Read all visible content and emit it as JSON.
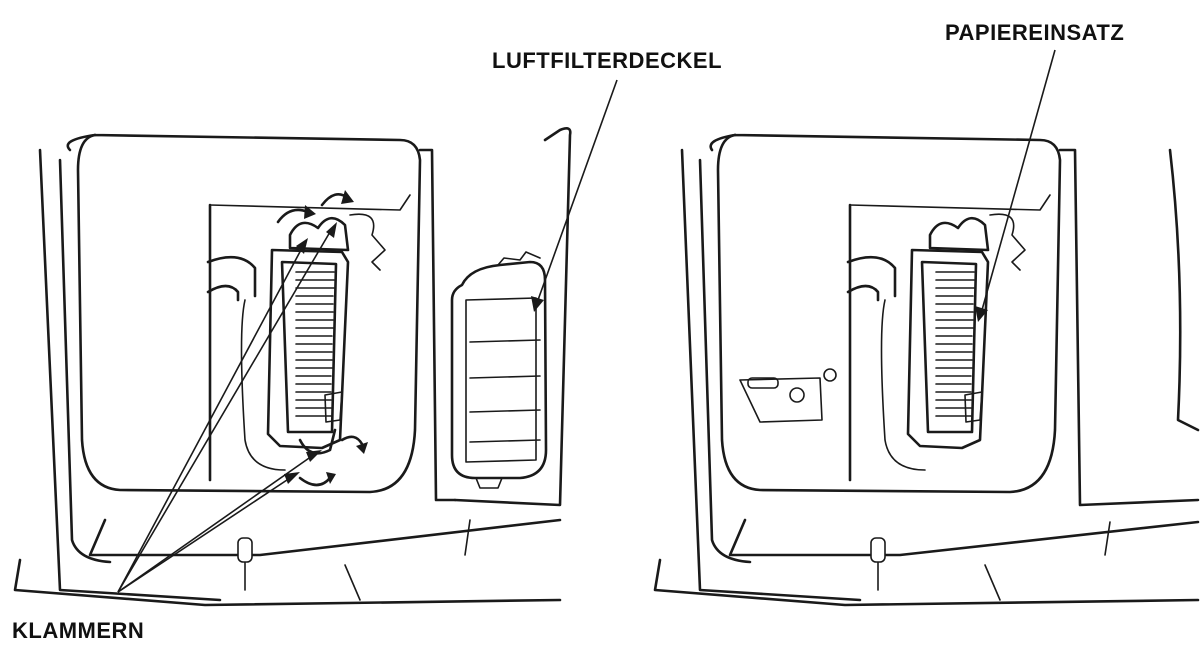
{
  "labels": {
    "cover": "LUFTFILTERDECKEL",
    "paper_element": "PAPIEREINSATZ",
    "clamps": "KLAMMERN"
  },
  "icons": {
    "clip_arrows": "curved-arrow-icon",
    "leader_arrowhead": "arrowhead-icon"
  },
  "colors": {
    "ink": "#1a1a1a",
    "background": "#ffffff"
  }
}
